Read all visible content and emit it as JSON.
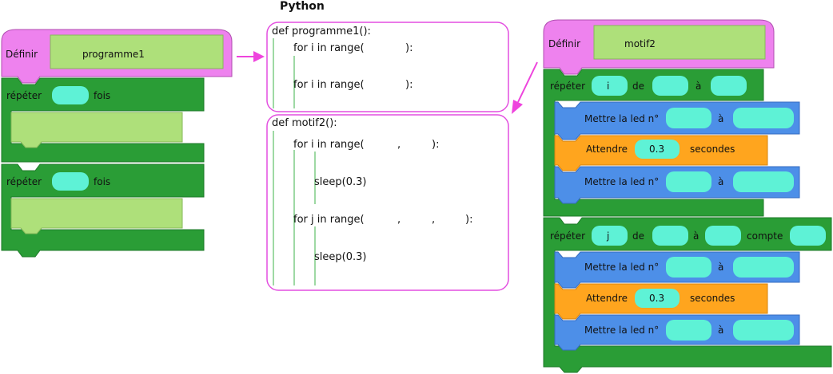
{
  "python_title": "Python",
  "left": {
    "define_label": "Définir",
    "name": "programme1",
    "repeat_label": "répéter",
    "times_label": "fois"
  },
  "code": {
    "prog1": {
      "def_line": "def programme1():",
      "loop1_start": "for i in range(",
      "loop1_end": "):",
      "loop2_start": "for i in range(",
      "loop2_end": "):"
    },
    "motif2": {
      "def_line": "def motif2():",
      "loop_i_start": "for i in range(",
      "loop_i_comma": ",",
      "loop_i_end": "):",
      "sleep1": "sleep(0.3)",
      "loop_j_start": "for j in range(",
      "loop_j_comma1": ",",
      "loop_j_comma2": ",",
      "loop_j_end": "):",
      "sleep2": "sleep(0.3)"
    }
  },
  "right": {
    "define_label": "Définir",
    "name": "motif2",
    "loop1": {
      "repeat_label": "répéter",
      "var": "i",
      "from_label": "de",
      "to_label": "à"
    },
    "loop2": {
      "repeat_label": "répéter",
      "var": "j",
      "from_label": "de",
      "to_label": "à",
      "step_label": "compte"
    },
    "set_led_label": "Mettre la led n°",
    "set_to_label": "à",
    "wait_label": "Attendre",
    "wait_value": "0.3",
    "seconds_label": "secondes"
  },
  "colors": {
    "define": "#ee82ee",
    "define_stroke": "#b04fb0",
    "repeat": "#2a9d36",
    "repeat_stroke": "#1f7a2a",
    "slot_green": "#aee07a",
    "input": "#5ef2d6",
    "led": "#4d8fe8",
    "wait": "#ffa51e",
    "code_border": "#e34fe0",
    "arrow": "#ee44dd",
    "guide": "#3cb34a"
  }
}
